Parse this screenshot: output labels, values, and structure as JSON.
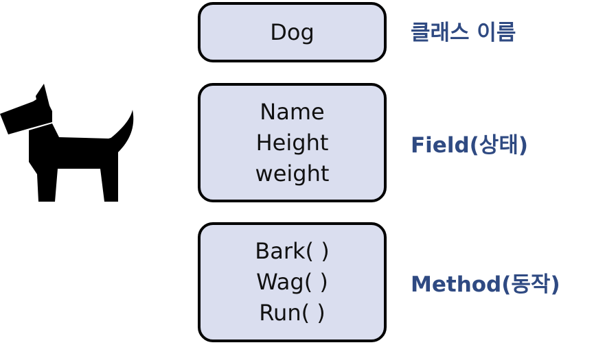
{
  "class_box": {
    "title": "Dog"
  },
  "field_box": {
    "items": [
      "Name",
      "Height",
      "weight"
    ]
  },
  "method_box": {
    "items": [
      "Bark( )",
      "Wag( )",
      "Run( )"
    ]
  },
  "labels": {
    "class_name": "클래스 이름",
    "field": "Field(상태)",
    "method": "Method(동작)"
  },
  "colors": {
    "box_fill": "#dadeef",
    "box_border": "#000000",
    "label_text": "#2f4a82",
    "dog": "#000000"
  },
  "icons": {
    "animal": "dog-icon"
  }
}
